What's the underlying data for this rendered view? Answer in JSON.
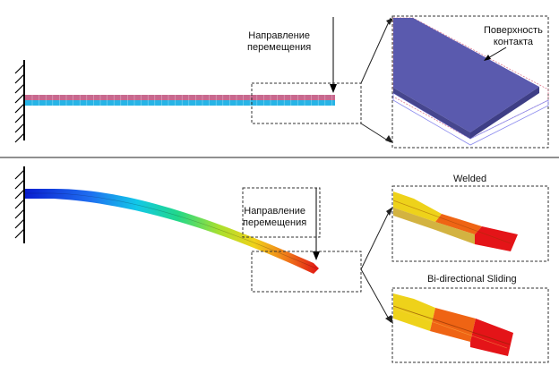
{
  "top_panel": {
    "motion_label_line1": "Направление",
    "motion_label_line2": "перемещения",
    "contact_label_line1": "Поверхность",
    "contact_label_line2": "контакта"
  },
  "bottom_panel": {
    "motion_label_line1": "Направление",
    "motion_label_line2": "перемещения",
    "welded_label": "Welded",
    "sliding_label": "Bi-directional Sliding"
  },
  "colors": {
    "upper_layer": "#c8688e",
    "lower_layer": "#27b4e6",
    "contact_plate": "#5a5aae",
    "deflection_start": "#0a1fd0",
    "deflection_end": "#e01414"
  }
}
